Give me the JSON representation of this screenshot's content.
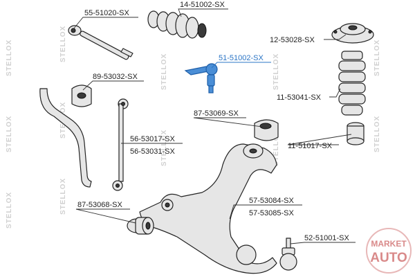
{
  "watermark": {
    "text": "STELLOX"
  },
  "parts": [
    {
      "id": "tie-rod",
      "number": "55-51020-SX",
      "highlighted": false
    },
    {
      "id": "steering-boot",
      "number": "14-51002-SX",
      "highlighted": false
    },
    {
      "id": "strut-mount",
      "number": "12-53028-SX",
      "highlighted": false
    },
    {
      "id": "tie-rod-end",
      "number": "51-51002-SX",
      "highlighted": true
    },
    {
      "id": "stabilizer-bushing",
      "number": "89-53032-SX",
      "highlighted": false
    },
    {
      "id": "dust-boot",
      "number": "11-53041-SX",
      "highlighted": false
    },
    {
      "id": "arm-bushing-rear",
      "number": "87-53069-SX",
      "highlighted": false
    },
    {
      "id": "bump-stop",
      "number": "11-51017-SX",
      "highlighted": false
    },
    {
      "id": "stabilizer-link-a",
      "number": "56-53017-SX",
      "highlighted": false
    },
    {
      "id": "stabilizer-link-b",
      "number": "56-53031-SX",
      "highlighted": false
    },
    {
      "id": "control-arm-a",
      "number": "57-53084-SX",
      "highlighted": false
    },
    {
      "id": "control-arm-b",
      "number": "57-53085-SX",
      "highlighted": false
    },
    {
      "id": "arm-bushing-front",
      "number": "87-53068-SX",
      "highlighted": false
    },
    {
      "id": "ball-joint",
      "number": "52-51001-SX",
      "highlighted": false
    }
  ],
  "brand_badge": {
    "line1": "MARKET",
    "line2": "AUTO"
  },
  "colors": {
    "highlight": "#2a74c5",
    "line": "#222222",
    "part_fill": "#e6e6e6",
    "watermark": "#d0d0d0",
    "badge": "#d98a8a"
  }
}
